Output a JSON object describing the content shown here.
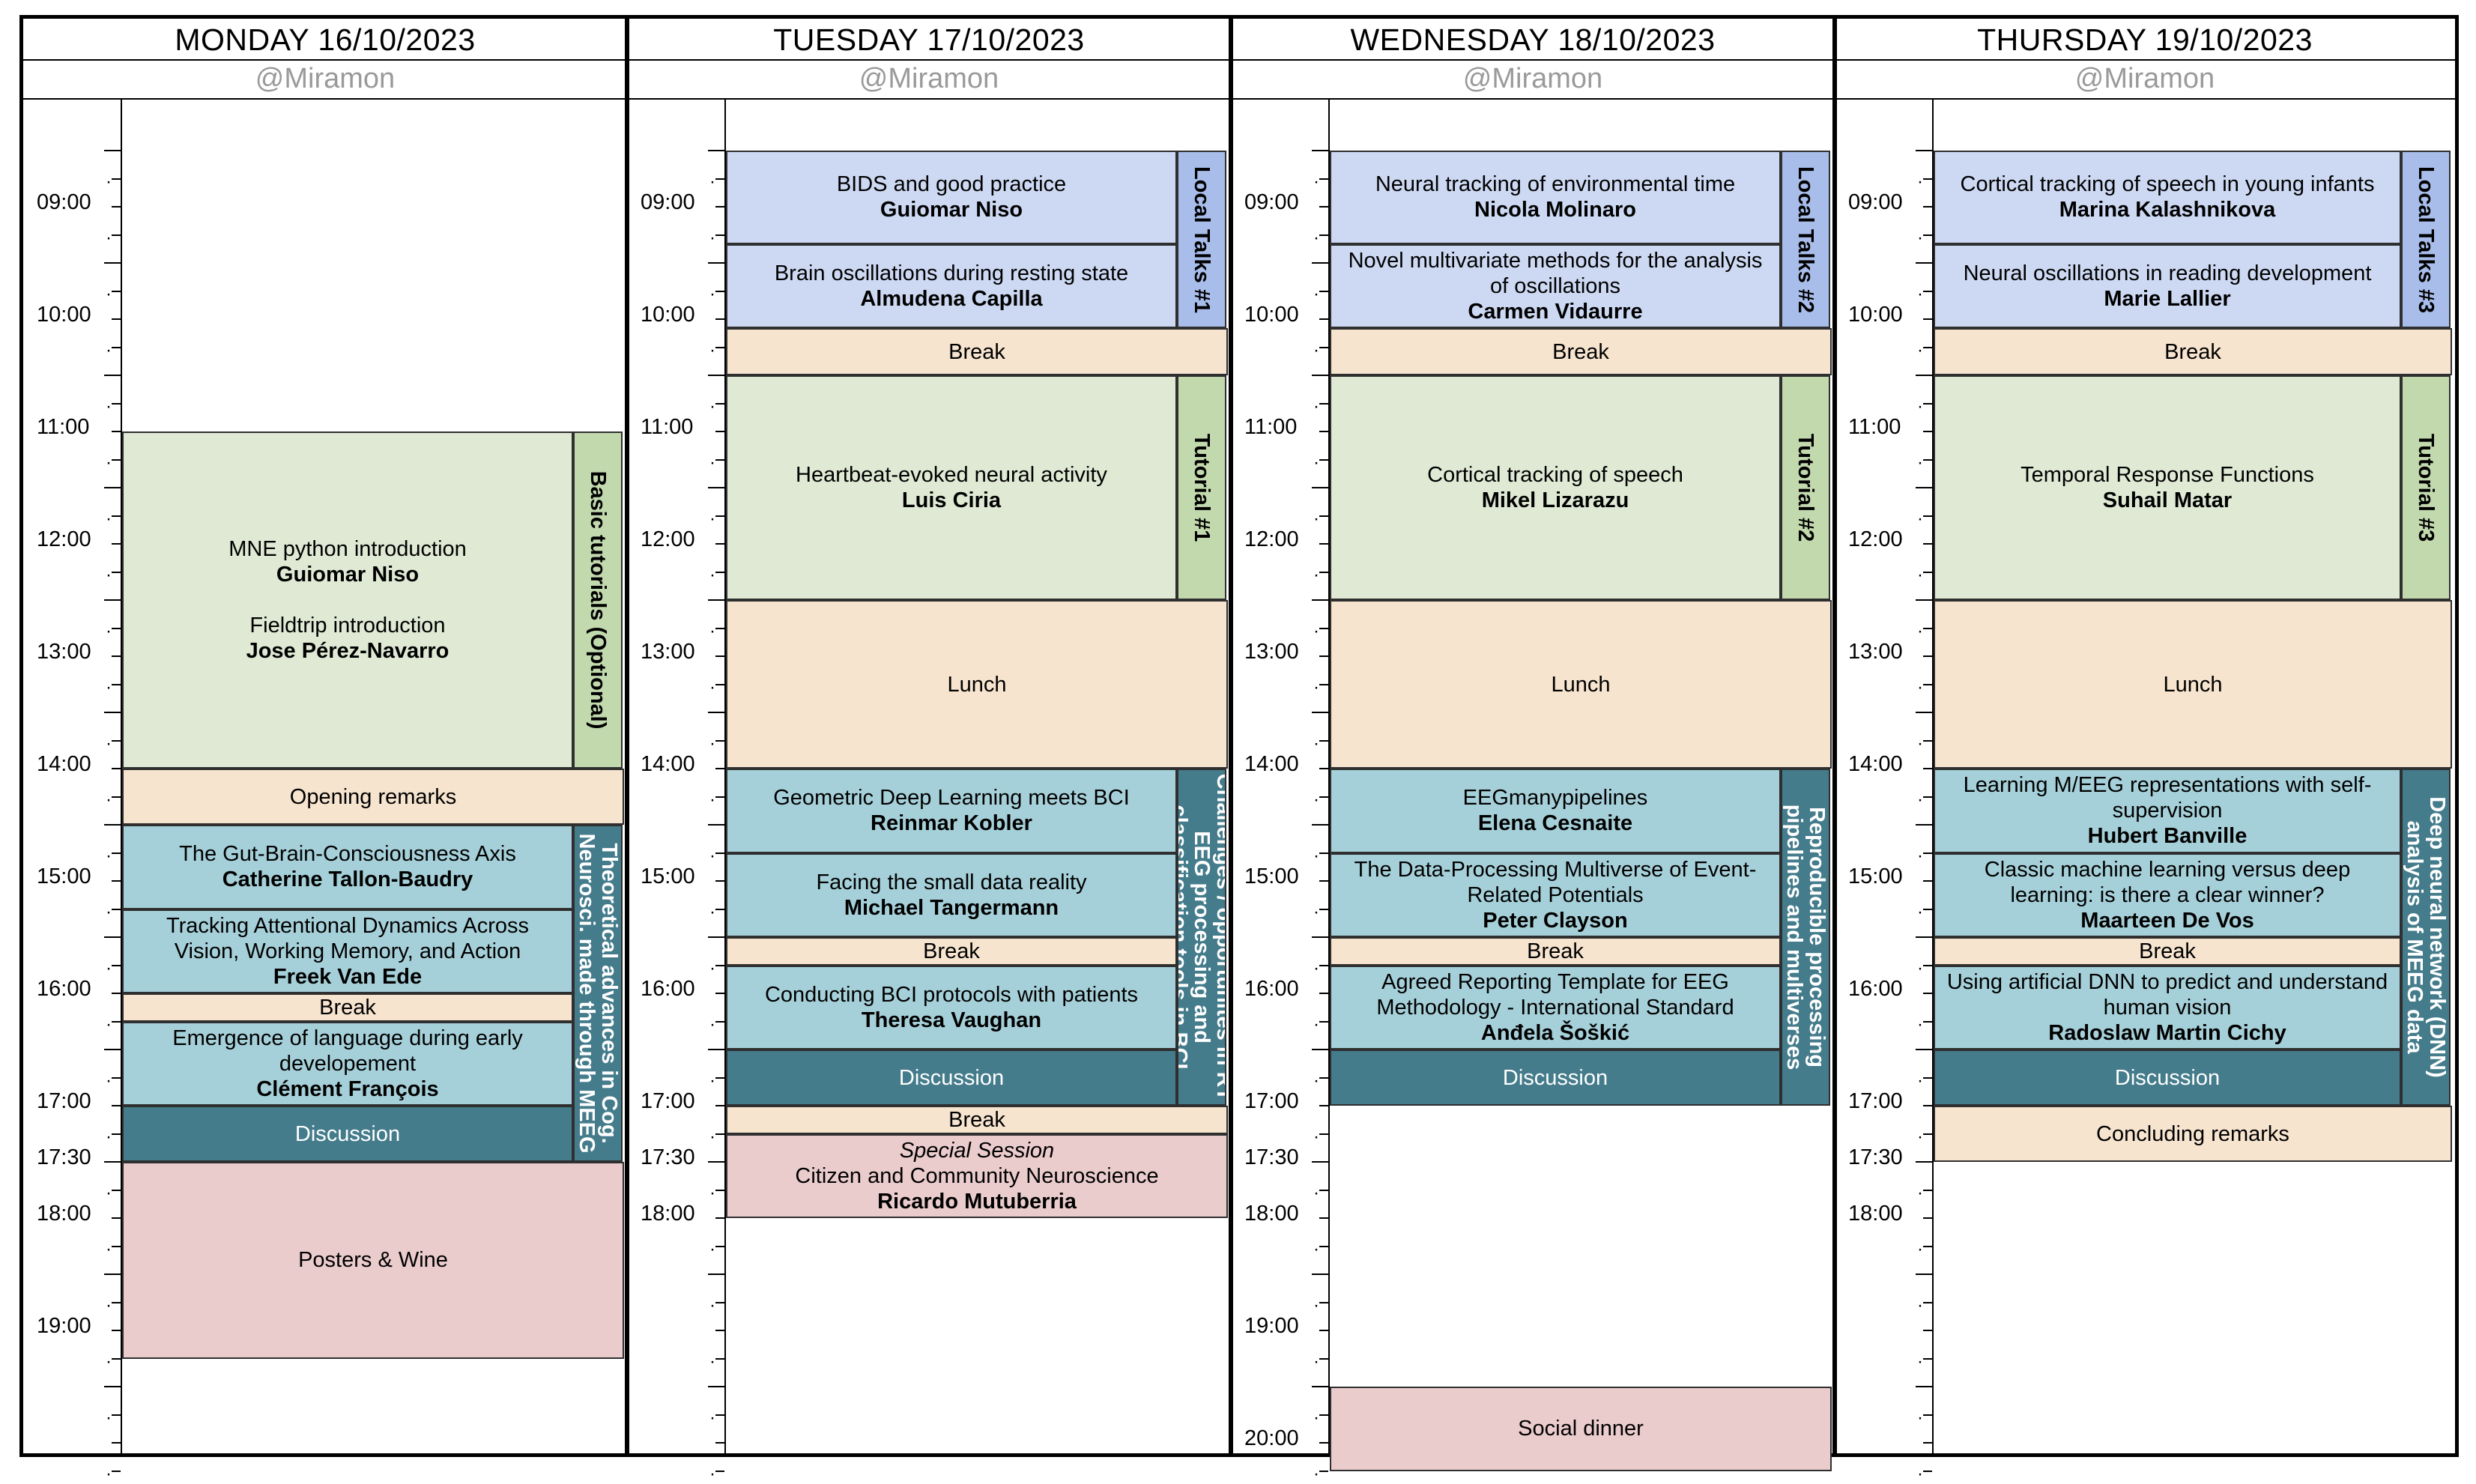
{
  "venue": "@Miramon",
  "days": [
    {
      "title": "MONDAY 16/10/2023",
      "venue": "@Miramon",
      "times": [
        "09:00",
        "10:00",
        "11:00",
        "12:00",
        "13:00",
        "14:00",
        "15:00",
        "16:00",
        "17:00",
        "17:30",
        "18:00",
        "19:00"
      ],
      "events": [
        {
          "id": "mon-tutorials",
          "lines": [
            {
              "k": "t",
              "v": "MNE python introduction"
            },
            {
              "k": "s",
              "v": "Guiomar Niso"
            },
            {
              "k": "gap",
              "v": ""
            },
            {
              "k": "t",
              "v": "Fieldtrip introduction"
            },
            {
              "k": "s",
              "v": "Jose Pérez-Navarro"
            }
          ],
          "color": "c-green"
        },
        {
          "id": "mon-opening",
          "lines": [
            {
              "k": "t",
              "v": "Opening remarks"
            }
          ],
          "color": "c-beige"
        },
        {
          "id": "mon-talk1",
          "lines": [
            {
              "k": "t",
              "v": "The Gut-Brain-Consciousness Axis"
            },
            {
              "k": "s",
              "v": "Catherine Tallon-Baudry"
            }
          ],
          "color": "c-teal"
        },
        {
          "id": "mon-talk2",
          "lines": [
            {
              "k": "t",
              "v": "Tracking Attentional Dynamics Across Vision, Working Memory, and Action"
            },
            {
              "k": "s",
              "v": "Freek Van Ede"
            }
          ],
          "color": "c-teal"
        },
        {
          "id": "mon-break",
          "lines": [
            {
              "k": "t",
              "v": "Break"
            }
          ],
          "color": "c-beige"
        },
        {
          "id": "mon-talk3",
          "lines": [
            {
              "k": "t",
              "v": "Emergence of language during early developement"
            },
            {
              "k": "s",
              "v": "Clément François"
            }
          ],
          "color": "c-teal"
        },
        {
          "id": "mon-discussion",
          "lines": [
            {
              "k": "t",
              "v": "Discussion"
            }
          ],
          "color": "c-teal-dk"
        },
        {
          "id": "mon-posters",
          "lines": [
            {
              "k": "t",
              "v": "Posters & Wine"
            }
          ],
          "color": "c-pink"
        }
      ],
      "sides": [
        {
          "id": "mon-side-tutorials",
          "label": "Basic tutorials (Optional)",
          "color": "c-green-dk"
        },
        {
          "id": "mon-side-theory",
          "label": "Theoretical advances in Cog. Neurosci. made through MEEG",
          "color": "c-teal-dk"
        }
      ]
    },
    {
      "title": "TUESDAY 17/10/2023",
      "venue": "@Miramon",
      "times": [
        "09:00",
        "10:00",
        "11:00",
        "12:00",
        "13:00",
        "14:00",
        "15:00",
        "16:00",
        "17:00",
        "17:30",
        "18:00"
      ],
      "events": [
        {
          "id": "tue-talk1",
          "lines": [
            {
              "k": "t",
              "v": "BIDS and good practice"
            },
            {
              "k": "s",
              "v": "Guiomar Niso"
            }
          ],
          "color": "c-blue"
        },
        {
          "id": "tue-talk2",
          "lines": [
            {
              "k": "t",
              "v": "Brain oscillations during resting state"
            },
            {
              "k": "s",
              "v": "Almudena Capilla"
            }
          ],
          "color": "c-blue"
        },
        {
          "id": "tue-break1",
          "lines": [
            {
              "k": "t",
              "v": "Break"
            }
          ],
          "color": "c-beige"
        },
        {
          "id": "tue-tutorial",
          "lines": [
            {
              "k": "t",
              "v": "Heartbeat-evoked neural activity"
            },
            {
              "k": "s",
              "v": "Luis Ciria"
            }
          ],
          "color": "c-green"
        },
        {
          "id": "tue-lunch",
          "lines": [
            {
              "k": "t",
              "v": "Lunch"
            }
          ],
          "color": "c-beige"
        },
        {
          "id": "tue-talk3",
          "lines": [
            {
              "k": "t",
              "v": "Geometric Deep Learning meets BCI"
            },
            {
              "k": "s",
              "v": "Reinmar Kobler"
            }
          ],
          "color": "c-teal"
        },
        {
          "id": "tue-talk4",
          "lines": [
            {
              "k": "t",
              "v": "Facing the small data reality"
            },
            {
              "k": "s",
              "v": "Michael Tangermann"
            }
          ],
          "color": "c-teal"
        },
        {
          "id": "tue-break2",
          "lines": [
            {
              "k": "t",
              "v": "Break"
            }
          ],
          "color": "c-beige"
        },
        {
          "id": "tue-talk5",
          "lines": [
            {
              "k": "t",
              "v": "Conducting BCI protocols with patients"
            },
            {
              "k": "s",
              "v": "Theresa Vaughan"
            }
          ],
          "color": "c-teal"
        },
        {
          "id": "tue-discussion",
          "lines": [
            {
              "k": "t",
              "v": "Discussion"
            }
          ],
          "color": "c-teal-dk"
        },
        {
          "id": "tue-break3",
          "lines": [
            {
              "k": "t",
              "v": "Break"
            }
          ],
          "color": "c-beige"
        },
        {
          "id": "tue-special",
          "lines": [
            {
              "k": "i",
              "v": "Special Session"
            },
            {
              "k": "t",
              "v": "Citizen and Community Neuroscience"
            },
            {
              "k": "s",
              "v": "Ricardo Mutuberria"
            }
          ],
          "color": "c-pink"
        }
      ],
      "sides": [
        {
          "id": "tue-side-local",
          "label": "Local Talks #1",
          "color": "c-blue-dk"
        },
        {
          "id": "tue-side-tutorial",
          "label": "Tutorial #1",
          "color": "c-green-dk"
        },
        {
          "id": "tue-side-bci",
          "label": "Challenges / opportunites in RT EEG processing and classification tools in BCI",
          "color": "c-teal-dk"
        }
      ]
    },
    {
      "title": "WEDNESDAY 18/10/2023",
      "venue": "@Miramon",
      "times": [
        "09:00",
        "10:00",
        "11:00",
        "12:00",
        "13:00",
        "14:00",
        "15:00",
        "16:00",
        "17:00",
        "17:30",
        "18:00",
        "19:00",
        "20:00"
      ],
      "events": [
        {
          "id": "wed-talk1",
          "lines": [
            {
              "k": "t",
              "v": "Neural tracking of environmental time"
            },
            {
              "k": "s",
              "v": "Nicola Molinaro"
            }
          ],
          "color": "c-blue"
        },
        {
          "id": "wed-talk2",
          "lines": [
            {
              "k": "t",
              "v": "Novel multivariate methods for the analysis of oscillations"
            },
            {
              "k": "s",
              "v": "Carmen Vidaurre"
            }
          ],
          "color": "c-blue"
        },
        {
          "id": "wed-break1",
          "lines": [
            {
              "k": "t",
              "v": "Break"
            }
          ],
          "color": "c-beige"
        },
        {
          "id": "wed-tutorial",
          "lines": [
            {
              "k": "t",
              "v": "Cortical tracking of speech"
            },
            {
              "k": "s",
              "v": "Mikel Lizarazu"
            }
          ],
          "color": "c-green"
        },
        {
          "id": "wed-lunch",
          "lines": [
            {
              "k": "t",
              "v": "Lunch"
            }
          ],
          "color": "c-beige"
        },
        {
          "id": "wed-talk3",
          "lines": [
            {
              "k": "t",
              "v": "EEGmanypipelines"
            },
            {
              "k": "s",
              "v": "Elena Cesnaite"
            }
          ],
          "color": "c-teal"
        },
        {
          "id": "wed-talk4",
          "lines": [
            {
              "k": "t",
              "v": "The Data-Processing Multiverse of Event-Related Potentials"
            },
            {
              "k": "s",
              "v": "Peter Clayson"
            }
          ],
          "color": "c-teal"
        },
        {
          "id": "wed-break2",
          "lines": [
            {
              "k": "t",
              "v": "Break"
            }
          ],
          "color": "c-beige"
        },
        {
          "id": "wed-talk5",
          "lines": [
            {
              "k": "t",
              "v": "Agreed Reporting Template for EEG Methodology - International Standard"
            },
            {
              "k": "s",
              "v": "Anđela Šoškić"
            }
          ],
          "color": "c-teal"
        },
        {
          "id": "wed-discussion",
          "lines": [
            {
              "k": "t",
              "v": "Discussion"
            }
          ],
          "color": "c-teal-dk"
        },
        {
          "id": "wed-dinner",
          "lines": [
            {
              "k": "t",
              "v": "Social dinner"
            }
          ],
          "color": "c-pink"
        }
      ],
      "sides": [
        {
          "id": "wed-side-local",
          "label": "Local Talks #2",
          "color": "c-blue-dk"
        },
        {
          "id": "wed-side-tutorial",
          "label": "Tutorial #2",
          "color": "c-green-dk"
        },
        {
          "id": "wed-side-repro",
          "label": "Reproducible processing pipelines and multiverses",
          "color": "c-teal-dk"
        }
      ]
    },
    {
      "title": "THURSDAY 19/10/2023",
      "venue": "@Miramon",
      "times": [
        "09:00",
        "10:00",
        "11:00",
        "12:00",
        "13:00",
        "14:00",
        "15:00",
        "16:00",
        "17:00",
        "17:30",
        "18:00"
      ],
      "events": [
        {
          "id": "thu-talk1",
          "lines": [
            {
              "k": "t",
              "v": "Cortical tracking of speech in young infants"
            },
            {
              "k": "s",
              "v": "Marina Kalashnikova"
            }
          ],
          "color": "c-blue"
        },
        {
          "id": "thu-talk2",
          "lines": [
            {
              "k": "t",
              "v": "Neural oscillations in reading development"
            },
            {
              "k": "s",
              "v": "Marie Lallier"
            }
          ],
          "color": "c-blue"
        },
        {
          "id": "thu-break1",
          "lines": [
            {
              "k": "t",
              "v": "Break"
            }
          ],
          "color": "c-beige"
        },
        {
          "id": "thu-tutorial",
          "lines": [
            {
              "k": "t",
              "v": "Temporal Response Functions"
            },
            {
              "k": "s",
              "v": "Suhail Matar"
            }
          ],
          "color": "c-green"
        },
        {
          "id": "thu-lunch",
          "lines": [
            {
              "k": "t",
              "v": "Lunch"
            }
          ],
          "color": "c-beige"
        },
        {
          "id": "thu-talk3",
          "lines": [
            {
              "k": "t",
              "v": "Learning M/EEG representations with self-supervision"
            },
            {
              "k": "s",
              "v": "Hubert Banville"
            }
          ],
          "color": "c-teal"
        },
        {
          "id": "thu-talk4",
          "lines": [
            {
              "k": "t",
              "v": "Classic machine learning versus deep learning: is there a clear winner?"
            },
            {
              "k": "s",
              "v": "Maarteen De Vos"
            }
          ],
          "color": "c-teal"
        },
        {
          "id": "thu-break2",
          "lines": [
            {
              "k": "t",
              "v": "Break"
            }
          ],
          "color": "c-beige"
        },
        {
          "id": "thu-talk5",
          "lines": [
            {
              "k": "t",
              "v": "Using artificial DNN to predict and understand human vision"
            },
            {
              "k": "s",
              "v": "Radoslaw Martin Cichy"
            }
          ],
          "color": "c-teal"
        },
        {
          "id": "thu-discussion",
          "lines": [
            {
              "k": "t",
              "v": "Discussion"
            }
          ],
          "color": "c-teal-dk"
        },
        {
          "id": "thu-closing",
          "lines": [
            {
              "k": "t",
              "v": "Concluding remarks"
            }
          ],
          "color": "c-beige"
        }
      ],
      "sides": [
        {
          "id": "thu-side-local",
          "label": "Local Talks #3",
          "color": "c-blue-dk"
        },
        {
          "id": "thu-side-tutorial",
          "label": "Tutorial #3",
          "color": "c-green-dk"
        },
        {
          "id": "thu-side-dnn",
          "label": "Deep neural network (DNN) analysis of MEEG data",
          "color": "c-teal-dk"
        }
      ]
    }
  ]
}
